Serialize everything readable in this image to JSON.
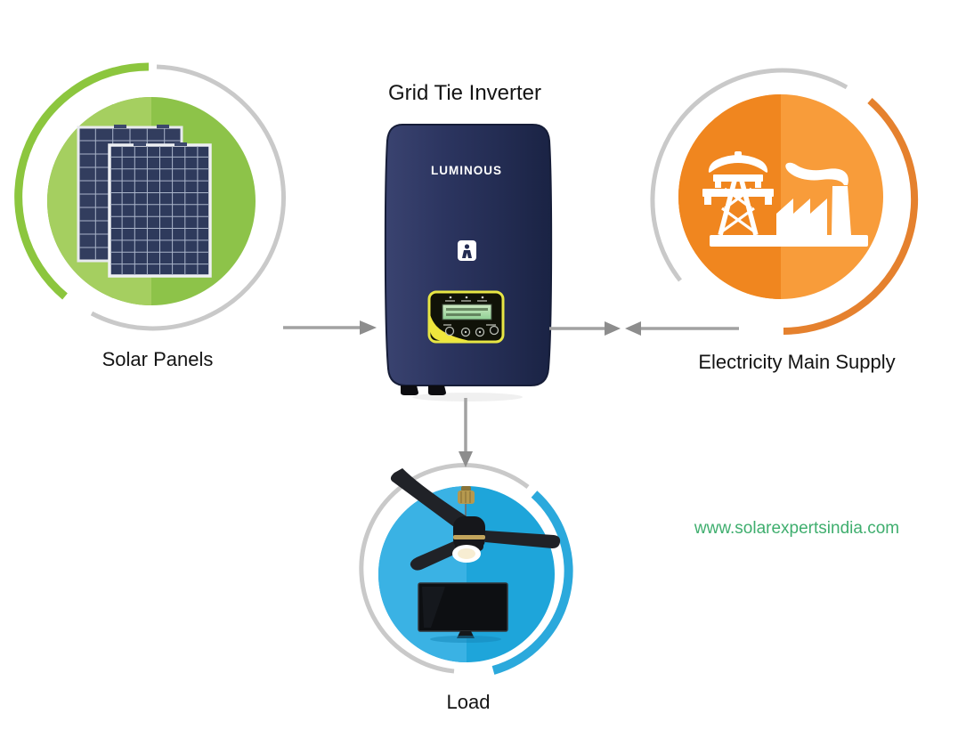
{
  "nodes": {
    "inverter": {
      "label": "Grid Tie Inverter",
      "brand": "LUMINOUS"
    },
    "solar": {
      "label": "Solar Panels"
    },
    "grid": {
      "label": "Electricity Main Supply"
    },
    "load": {
      "label": "Load"
    }
  },
  "website": "www.solarexpertsindia.com",
  "connections": [
    {
      "from": "solar-panels",
      "to": "grid-tie-inverter",
      "direction": "one-way"
    },
    {
      "from": "grid-tie-inverter",
      "to": "electricity-main-supply",
      "direction": "one-way"
    },
    {
      "from": "electricity-main-supply",
      "to": "grid-tie-inverter",
      "direction": "one-way"
    },
    {
      "from": "grid-tie-inverter",
      "to": "load",
      "direction": "one-way"
    }
  ],
  "colors": {
    "solar_green": "#8dc349",
    "solar_green_light": "#a5cf60",
    "grid_orange": "#f89c3a",
    "grid_orange_dark": "#f0861f",
    "load_blue": "#1ea5da",
    "load_blue_light": "#3ab2e4",
    "ring_gray": "#c9c9c9",
    "arrow_gray": "#a2a2a2",
    "inverter_navy": "#232c52",
    "panel_yellow": "#e7e644",
    "website_green": "#3fae6e"
  }
}
